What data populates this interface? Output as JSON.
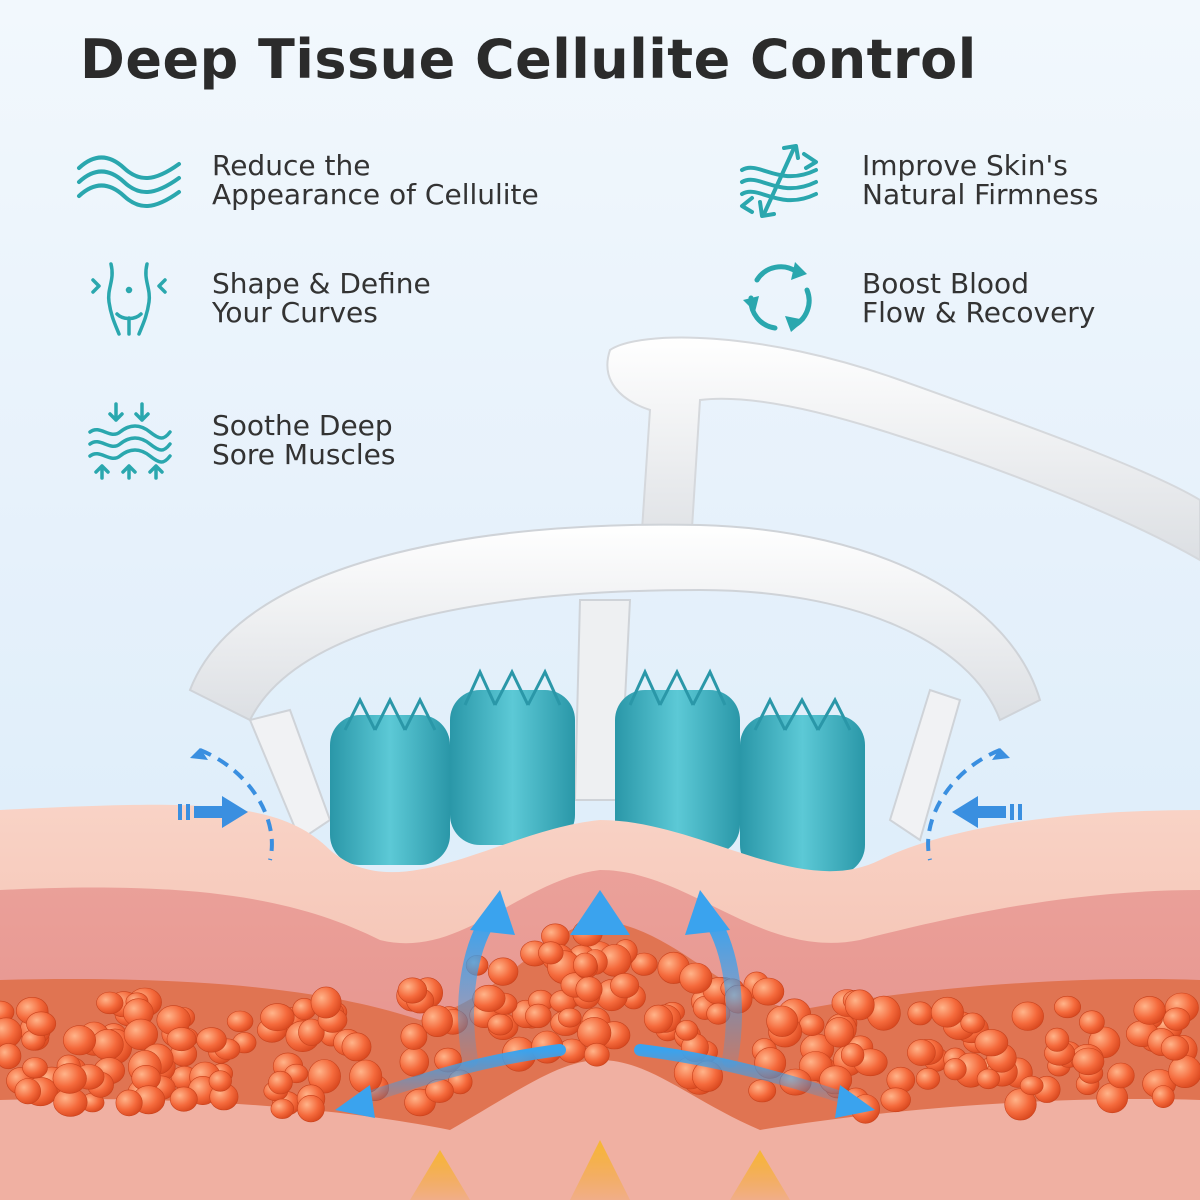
{
  "title": "Deep Tissue Cellulite Control",
  "features": [
    {
      "icon": "waves-icon",
      "line1": "Reduce the",
      "line2": "Appearance of Cellulite"
    },
    {
      "icon": "firmness-arrows-icon",
      "line1": "Improve Skin's",
      "line2": "Natural Firmness"
    },
    {
      "icon": "body-curves-icon",
      "line1": "Shape & Define",
      "line2": "Your Curves"
    },
    {
      "icon": "circulation-cycle-icon",
      "line1": "Boost Blood",
      "line2": "Flow & Recovery"
    },
    {
      "icon": "muscle-compress-icon",
      "line1": "Soothe Deep",
      "line2": "Sore Muscles"
    }
  ],
  "colors": {
    "icon_teal": "#2aa7ae",
    "roller_teal": "#3fb6c6",
    "arrow_blue": "#3a9be8",
    "skin": "#f2b6a8",
    "fat": "#f26a3a",
    "handle": "#f7f7f7"
  }
}
